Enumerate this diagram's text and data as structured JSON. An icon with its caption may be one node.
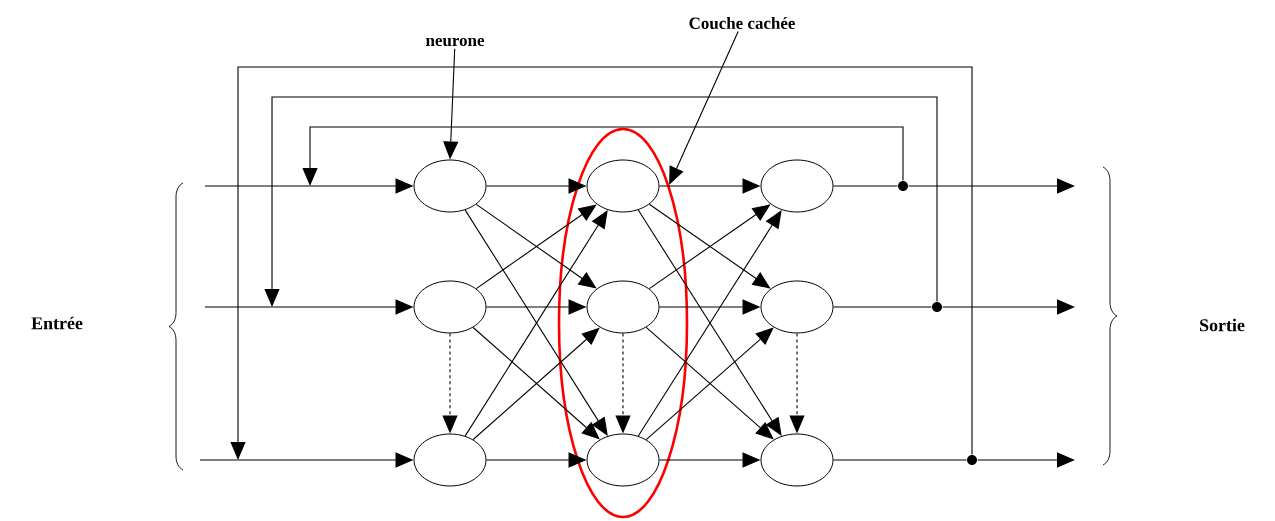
{
  "diagram": {
    "nodes": [
      {
        "text": [
          "neurone"
        ]
      },
      {
        "text": [
          "Couche cachée"
        ]
      },
      {
        "text": [],
        "shape": "ellipse"
      },
      {
        "text": [],
        "shape": "ellipse"
      },
      {
        "text": [],
        "shape": "ellipse"
      },
      {
        "text": [],
        "shape": "ellipse"
      },
      {
        "text": [],
        "shape": "ellipse",
        "in": 2
      },
      {
        "text": [],
        "shape": "ellipse",
        "in": 2
      },
      {
        "text": [],
        "shape": "ellipse",
        "in": 2
      },
      {
        "text": [],
        "shape": "ellipse"
      },
      {
        "text": [],
        "shape": "ellipse"
      },
      {
        "text": [],
        "shape": "ellipse"
      },
      {
        "text": [],
        "shape": "dot"
      },
      {
        "text": [],
        "shape": "dot"
      },
      {
        "text": [],
        "shape": "dot"
      }
    ],
    "edges": [
      {
        "from": 0,
        "to": 3,
        "arrow": "to"
      },
      {
        "from": 1,
        "to": 2,
        "arrow": "to"
      },
      {
        "from": null,
        "to": 3,
        "arrow": "to"
      },
      {
        "from": null,
        "to": 4,
        "arrow": "to"
      },
      {
        "from": null,
        "to": 5,
        "arrow": "to"
      },
      {
        "from": 3,
        "to": 6,
        "arrow": "to"
      },
      {
        "from": 3,
        "to": 7,
        "arrow": "to"
      },
      {
        "from": 3,
        "to": 8,
        "arrow": "to"
      },
      {
        "from": 4,
        "to": 6,
        "arrow": "to"
      },
      {
        "from": 4,
        "to": 7,
        "arrow": "to"
      },
      {
        "from": 4,
        "to": 8,
        "arrow": "to"
      },
      {
        "from": 5,
        "to": 6,
        "arrow": "to"
      },
      {
        "from": 5,
        "to": 7,
        "arrow": "to"
      },
      {
        "from": 5,
        "to": 8,
        "arrow": "to"
      },
      {
        "from": 6,
        "to": 9,
        "arrow": "to"
      },
      {
        "from": 6,
        "to": 10,
        "arrow": "to"
      },
      {
        "from": 6,
        "to": 11,
        "arrow": "to"
      },
      {
        "from": 7,
        "to": 9,
        "arrow": "to"
      },
      {
        "from": 7,
        "to": 10,
        "arrow": "to"
      },
      {
        "from": 7,
        "to": 11,
        "arrow": "to"
      },
      {
        "from": 8,
        "to": 9,
        "arrow": "to"
      },
      {
        "from": 8,
        "to": 10,
        "arrow": "to"
      },
      {
        "from": 8,
        "to": 11,
        "arrow": "to"
      },
      {
        "from": 4,
        "to": 5,
        "arrow": "to",
        "style": "dashed"
      },
      {
        "from": 7,
        "to": 8,
        "arrow": "to",
        "style": "dashed"
      },
      {
        "from": 10,
        "to": 11,
        "arrow": "to",
        "style": "dashed"
      },
      {
        "from": 9,
        "to": 12,
        "arrow": "none"
      },
      {
        "from": 10,
        "to": 13,
        "arrow": "none"
      },
      {
        "from": 11,
        "to": 14,
        "arrow": "none"
      },
      {
        "from": 12,
        "to": null,
        "arrow": "to"
      },
      {
        "from": 13,
        "to": null,
        "arrow": "to"
      },
      {
        "from": 14,
        "to": null,
        "arrow": "to"
      },
      {
        "from": 12,
        "to": null,
        "arrow": "to"
      },
      {
        "from": 13,
        "to": null,
        "arrow": "to"
      },
      {
        "from": 14,
        "to": null,
        "arrow": "to"
      }
    ],
    "labels": [
      "Entrée",
      "Sortie"
    ]
  }
}
